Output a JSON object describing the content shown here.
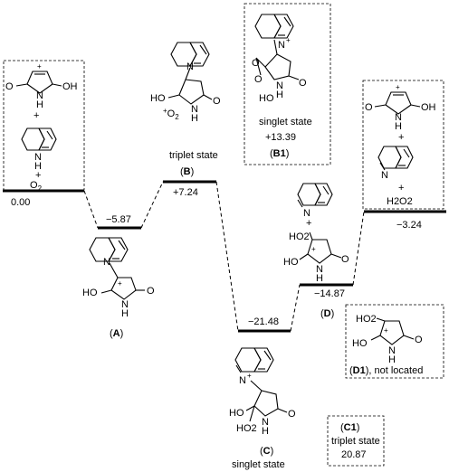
{
  "levels": [
    {
      "id": "reactants",
      "energy": "0.00"
    },
    {
      "id": "A",
      "energy": "−5.87"
    },
    {
      "id": "B",
      "energy": "+7.24"
    },
    {
      "id": "C",
      "energy": "−21.48"
    },
    {
      "id": "D",
      "energy": "−14.87"
    },
    {
      "id": "products",
      "energy": "−3.24"
    }
  ],
  "labels": {
    "A": "A",
    "B": "B",
    "C": "C",
    "D": "D",
    "B1": "B1",
    "C1": "C1",
    "D1": "D1"
  },
  "states": {
    "B": "triplet state",
    "C": "singlet state",
    "B1": "singlet state",
    "C1": "triplet state"
  },
  "side_energies": {
    "B1": "+13.39",
    "C1": "20.87"
  },
  "notes": {
    "D1": ", not located"
  },
  "atoms": {
    "O": "O",
    "N": "N",
    "H": "H",
    "HO": "HO",
    "OH": "OH",
    "HO2": "HO2",
    "O2_reactant": "O",
    "O2_sub": "2",
    "O2_rad": "O2",
    "H2O2": "H2O2",
    "plus": "+",
    "rad_plus": "+"
  },
  "colors": {
    "line": "#000000",
    "dash": "#000000"
  }
}
